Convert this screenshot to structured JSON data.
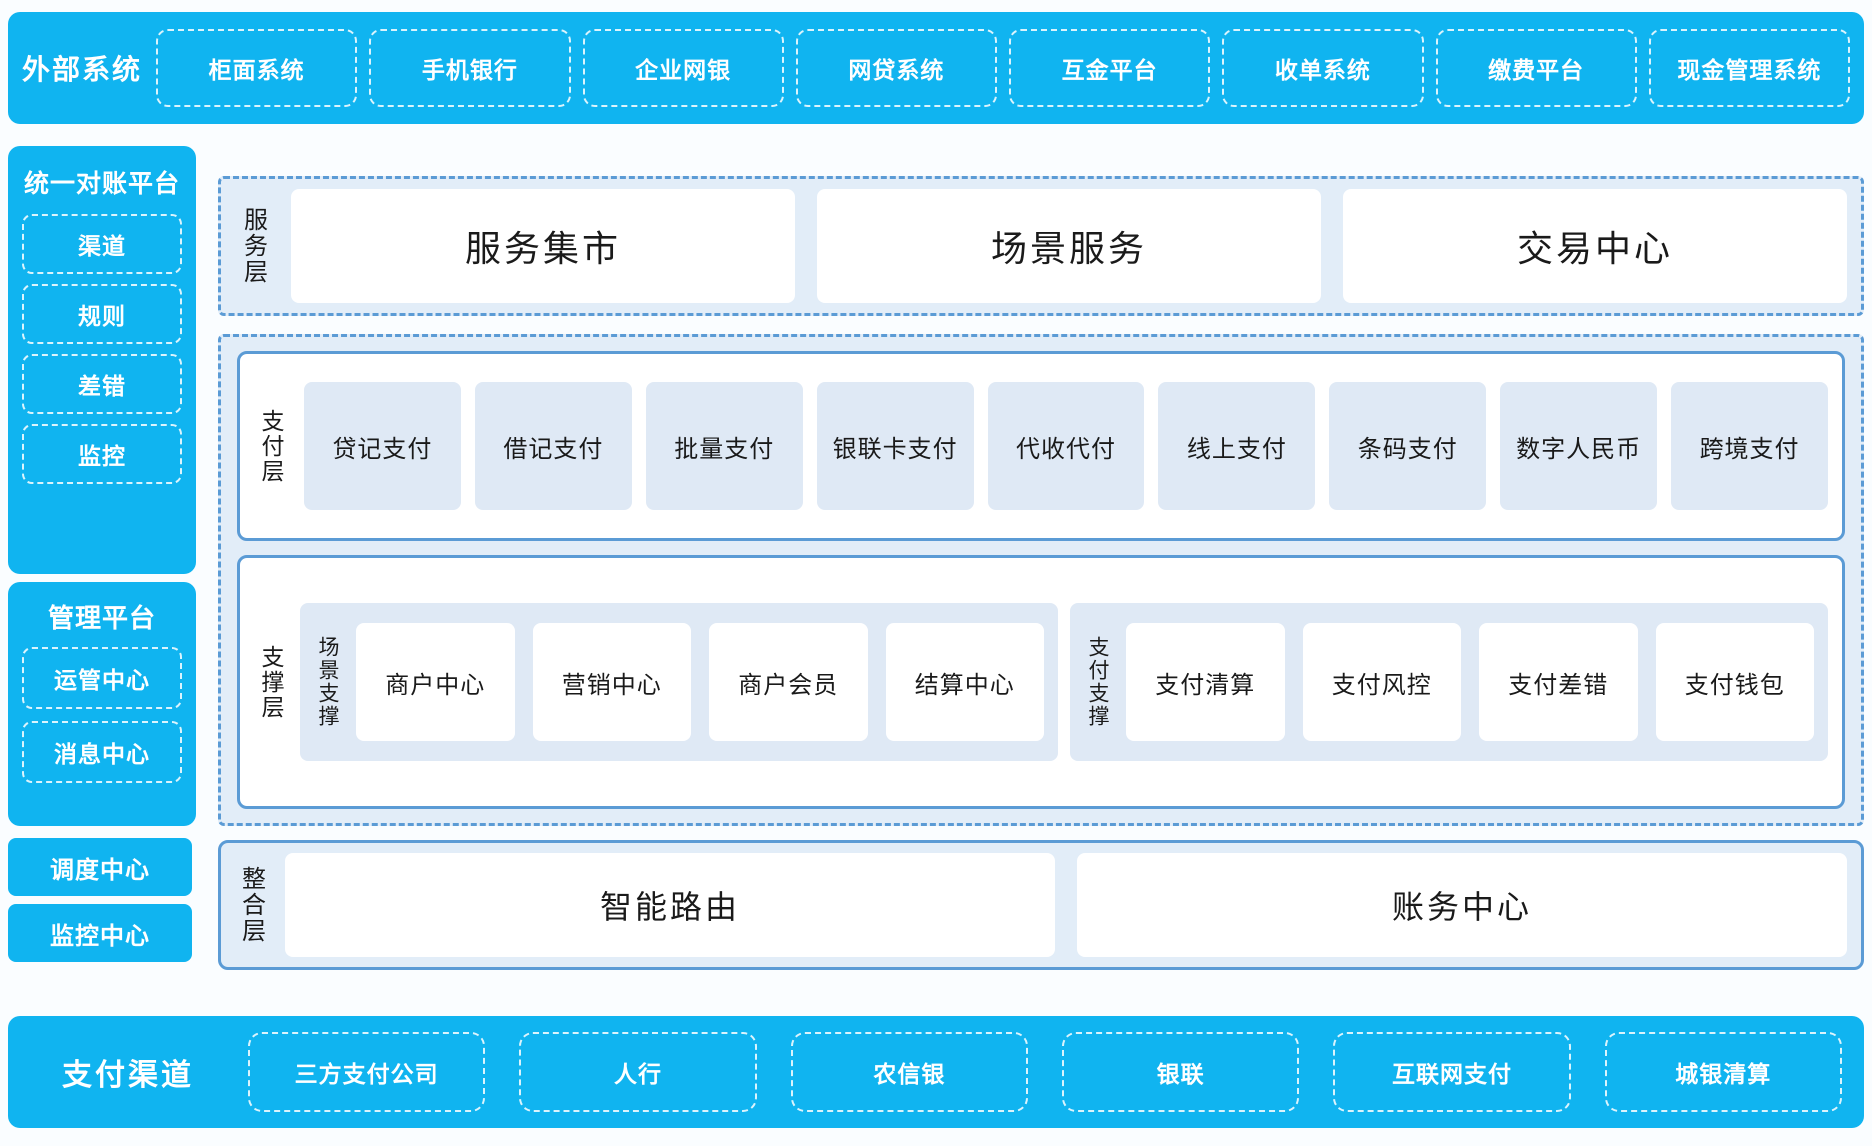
{
  "colors": {
    "brand_blue": "#10B4F0",
    "panel_fill": "#E2EDF8",
    "panel_border": "#5B9BD5",
    "chip_fill": "#DFE9F5",
    "card_fill": "#FFFFFF",
    "page_bg": "#FAFDFF",
    "text_dark": "#1A1A1A",
    "text_light": "#FFFFFF"
  },
  "external_systems": {
    "title": "外部系统",
    "items": [
      "柜面系统",
      "手机银行",
      "企业网银",
      "网贷系统",
      "互金平台",
      "收单系统",
      "缴费平台",
      "现金管理系统"
    ]
  },
  "reconciliation_platform": {
    "title": "统一对账平台",
    "items": [
      "渠道",
      "规则",
      "差错",
      "监控"
    ]
  },
  "management_platform": {
    "title": "管理平台",
    "items": [
      "运管中心",
      "消息中心"
    ]
  },
  "standalone_centers": [
    "调度中心",
    "监控中心"
  ],
  "service_layer": {
    "label": "服务层",
    "cards": [
      "服务集市",
      "场景服务",
      "交易中心"
    ]
  },
  "payment_layer": {
    "label": "支付层",
    "chips": [
      "贷记支付",
      "借记支付",
      "批量支付",
      "银联卡支付",
      "代收代付",
      "线上支付",
      "条码支付",
      "数字人民币",
      "跨境支付"
    ]
  },
  "support_layer": {
    "label": "支撑层",
    "groups": [
      {
        "label": "场景支撑",
        "items": [
          "商户中心",
          "营销中心",
          "商户会员",
          "结算中心"
        ]
      },
      {
        "label": "支付支撑",
        "items": [
          "支付清算",
          "支付风控",
          "支付差错",
          "支付钱包"
        ]
      }
    ]
  },
  "integration_layer": {
    "label": "整合层",
    "cards": [
      "智能路由",
      "账务中心"
    ]
  },
  "payment_channels": {
    "title": "支付渠道",
    "items": [
      "三方支付公司",
      "人行",
      "农信银",
      "银联",
      "互联网支付",
      "城银清算"
    ]
  }
}
